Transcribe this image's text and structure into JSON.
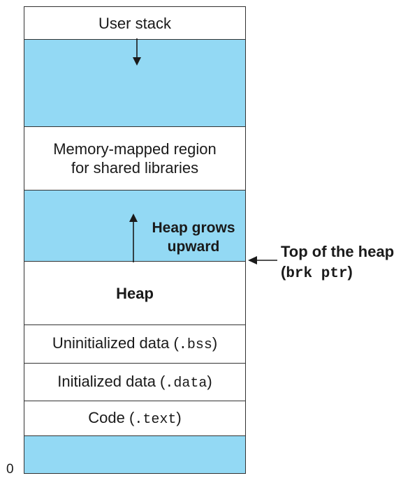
{
  "segments": [
    {
      "id": "user-stack",
      "label": "User stack"
    },
    {
      "id": "mmap-region",
      "line1": "Memory-mapped region",
      "line2": "for shared libraries"
    },
    {
      "id": "heap",
      "label": "Heap"
    },
    {
      "id": "bss",
      "label_prefix": "Uninitialized data (",
      "code": ".bss",
      "label_suffix": ")"
    },
    {
      "id": "data",
      "label_prefix": "Initialized data (",
      "code": ".data",
      "label_suffix": ")"
    },
    {
      "id": "text",
      "label_prefix": "Code (",
      "code": ".text",
      "label_suffix": ")"
    }
  ],
  "growth": {
    "line1": "Heap grows",
    "line2": "upward"
  },
  "top_of_heap": {
    "title": "Top of the heap",
    "paren_open": "(",
    "code": "brk ptr",
    "paren_close": ")"
  },
  "address_zero": "0",
  "colors": {
    "free_region": "#93d9f4",
    "border": "#333333"
  }
}
